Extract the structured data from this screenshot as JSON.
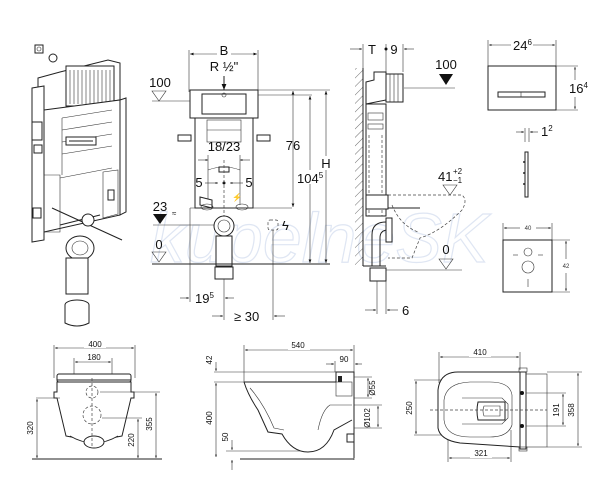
{
  "watermark": "kupelneSK",
  "frame_front": {
    "width_label": "B",
    "supply_label": "R ½\"",
    "level_top": "100",
    "level_23": "23",
    "level_0": "0",
    "dim_18_23": "18/23",
    "dim_5_left": "5",
    "dim_5_right": "5",
    "dim_76": "76",
    "dim_104_5": "104",
    "dim_104_5_sup": "5",
    "dim_H": "H",
    "dim_19_5": "19",
    "dim_19_5_sup": "5",
    "dim_ge30": "≥ 30",
    "electric_icon": "lightning-bolt-icon"
  },
  "frame_side": {
    "depth_label": "T",
    "dim_9": "9",
    "level_100": "100",
    "level_41": "41",
    "level_41_tol_plus": "+2",
    "level_41_tol_minus": "−1",
    "level_0": "0",
    "dim_6": "6"
  },
  "flush_plate": {
    "width": "24",
    "width_sup": "6",
    "height": "16",
    "height_sup": "4",
    "thickness": "1",
    "thickness_sup": "2"
  },
  "sound_pad": {
    "width": "40",
    "height": "42"
  },
  "bowl_front": {
    "width": "400",
    "bolt_spacing": "180",
    "h_320": "320",
    "h_220": "220",
    "h_355": "355"
  },
  "bowl_side": {
    "length": "540",
    "dim_90": "90",
    "dim_42": "42",
    "dim_400": "400",
    "dim_50": "50",
    "dia_55": "Ø55",
    "dia_102": "Ø102"
  },
  "bowl_top": {
    "length": "410",
    "inner_length": "321",
    "width_250": "250",
    "bolt_191": "191",
    "width_358": "358"
  }
}
